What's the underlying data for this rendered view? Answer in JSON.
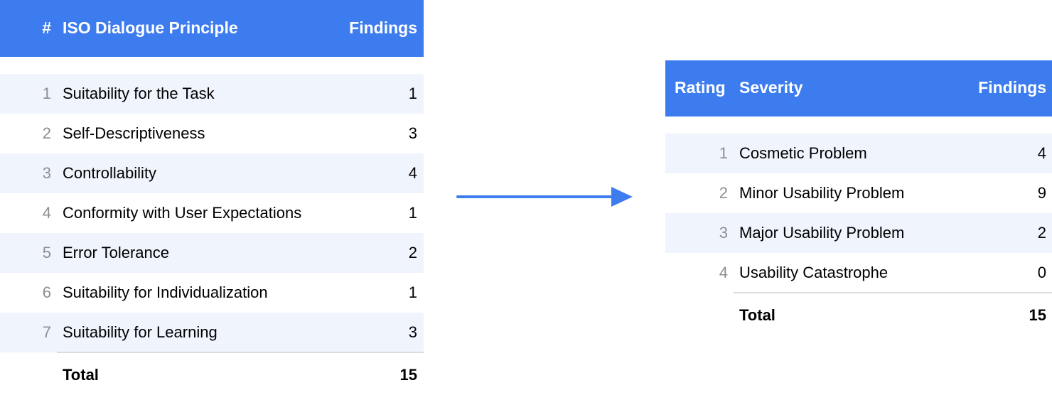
{
  "principles_table": {
    "headers": {
      "num": "#",
      "label": "ISO Dialogue Principle",
      "value": "Findings"
    },
    "rows": [
      {
        "num": "1",
        "label": "Suitability for the Task",
        "value": "1"
      },
      {
        "num": "2",
        "label": "Self-Descriptiveness",
        "value": "3"
      },
      {
        "num": "3",
        "label": "Controllability",
        "value": "4"
      },
      {
        "num": "4",
        "label": "Conformity with User Expectations",
        "value": "1"
      },
      {
        "num": "5",
        "label": "Error Tolerance",
        "value": "2"
      },
      {
        "num": "6",
        "label": "Suitability for Individualization",
        "value": "1"
      },
      {
        "num": "7",
        "label": "Suitability for Learning",
        "value": "3"
      }
    ],
    "total": {
      "label": "Total",
      "value": "15"
    }
  },
  "severity_table": {
    "headers": {
      "num": "Rating",
      "label": "Severity",
      "value": "Findings"
    },
    "rows": [
      {
        "num": "1",
        "label": "Cosmetic Problem",
        "value": "4"
      },
      {
        "num": "2",
        "label": "Minor Usability Problem",
        "value": "9"
      },
      {
        "num": "3",
        "label": "Major Usability Problem",
        "value": "2"
      },
      {
        "num": "4",
        "label": "Usability Catastrophe",
        "value": "0"
      }
    ],
    "total": {
      "label": "Total",
      "value": "15"
    }
  },
  "arrow": {
    "icon": "arrow-right-icon",
    "color": "#3d7cef"
  },
  "colors": {
    "header_bg": "#3d7cef",
    "stripe_bg": "#eff4fd",
    "row_number": "#8e8e93"
  }
}
